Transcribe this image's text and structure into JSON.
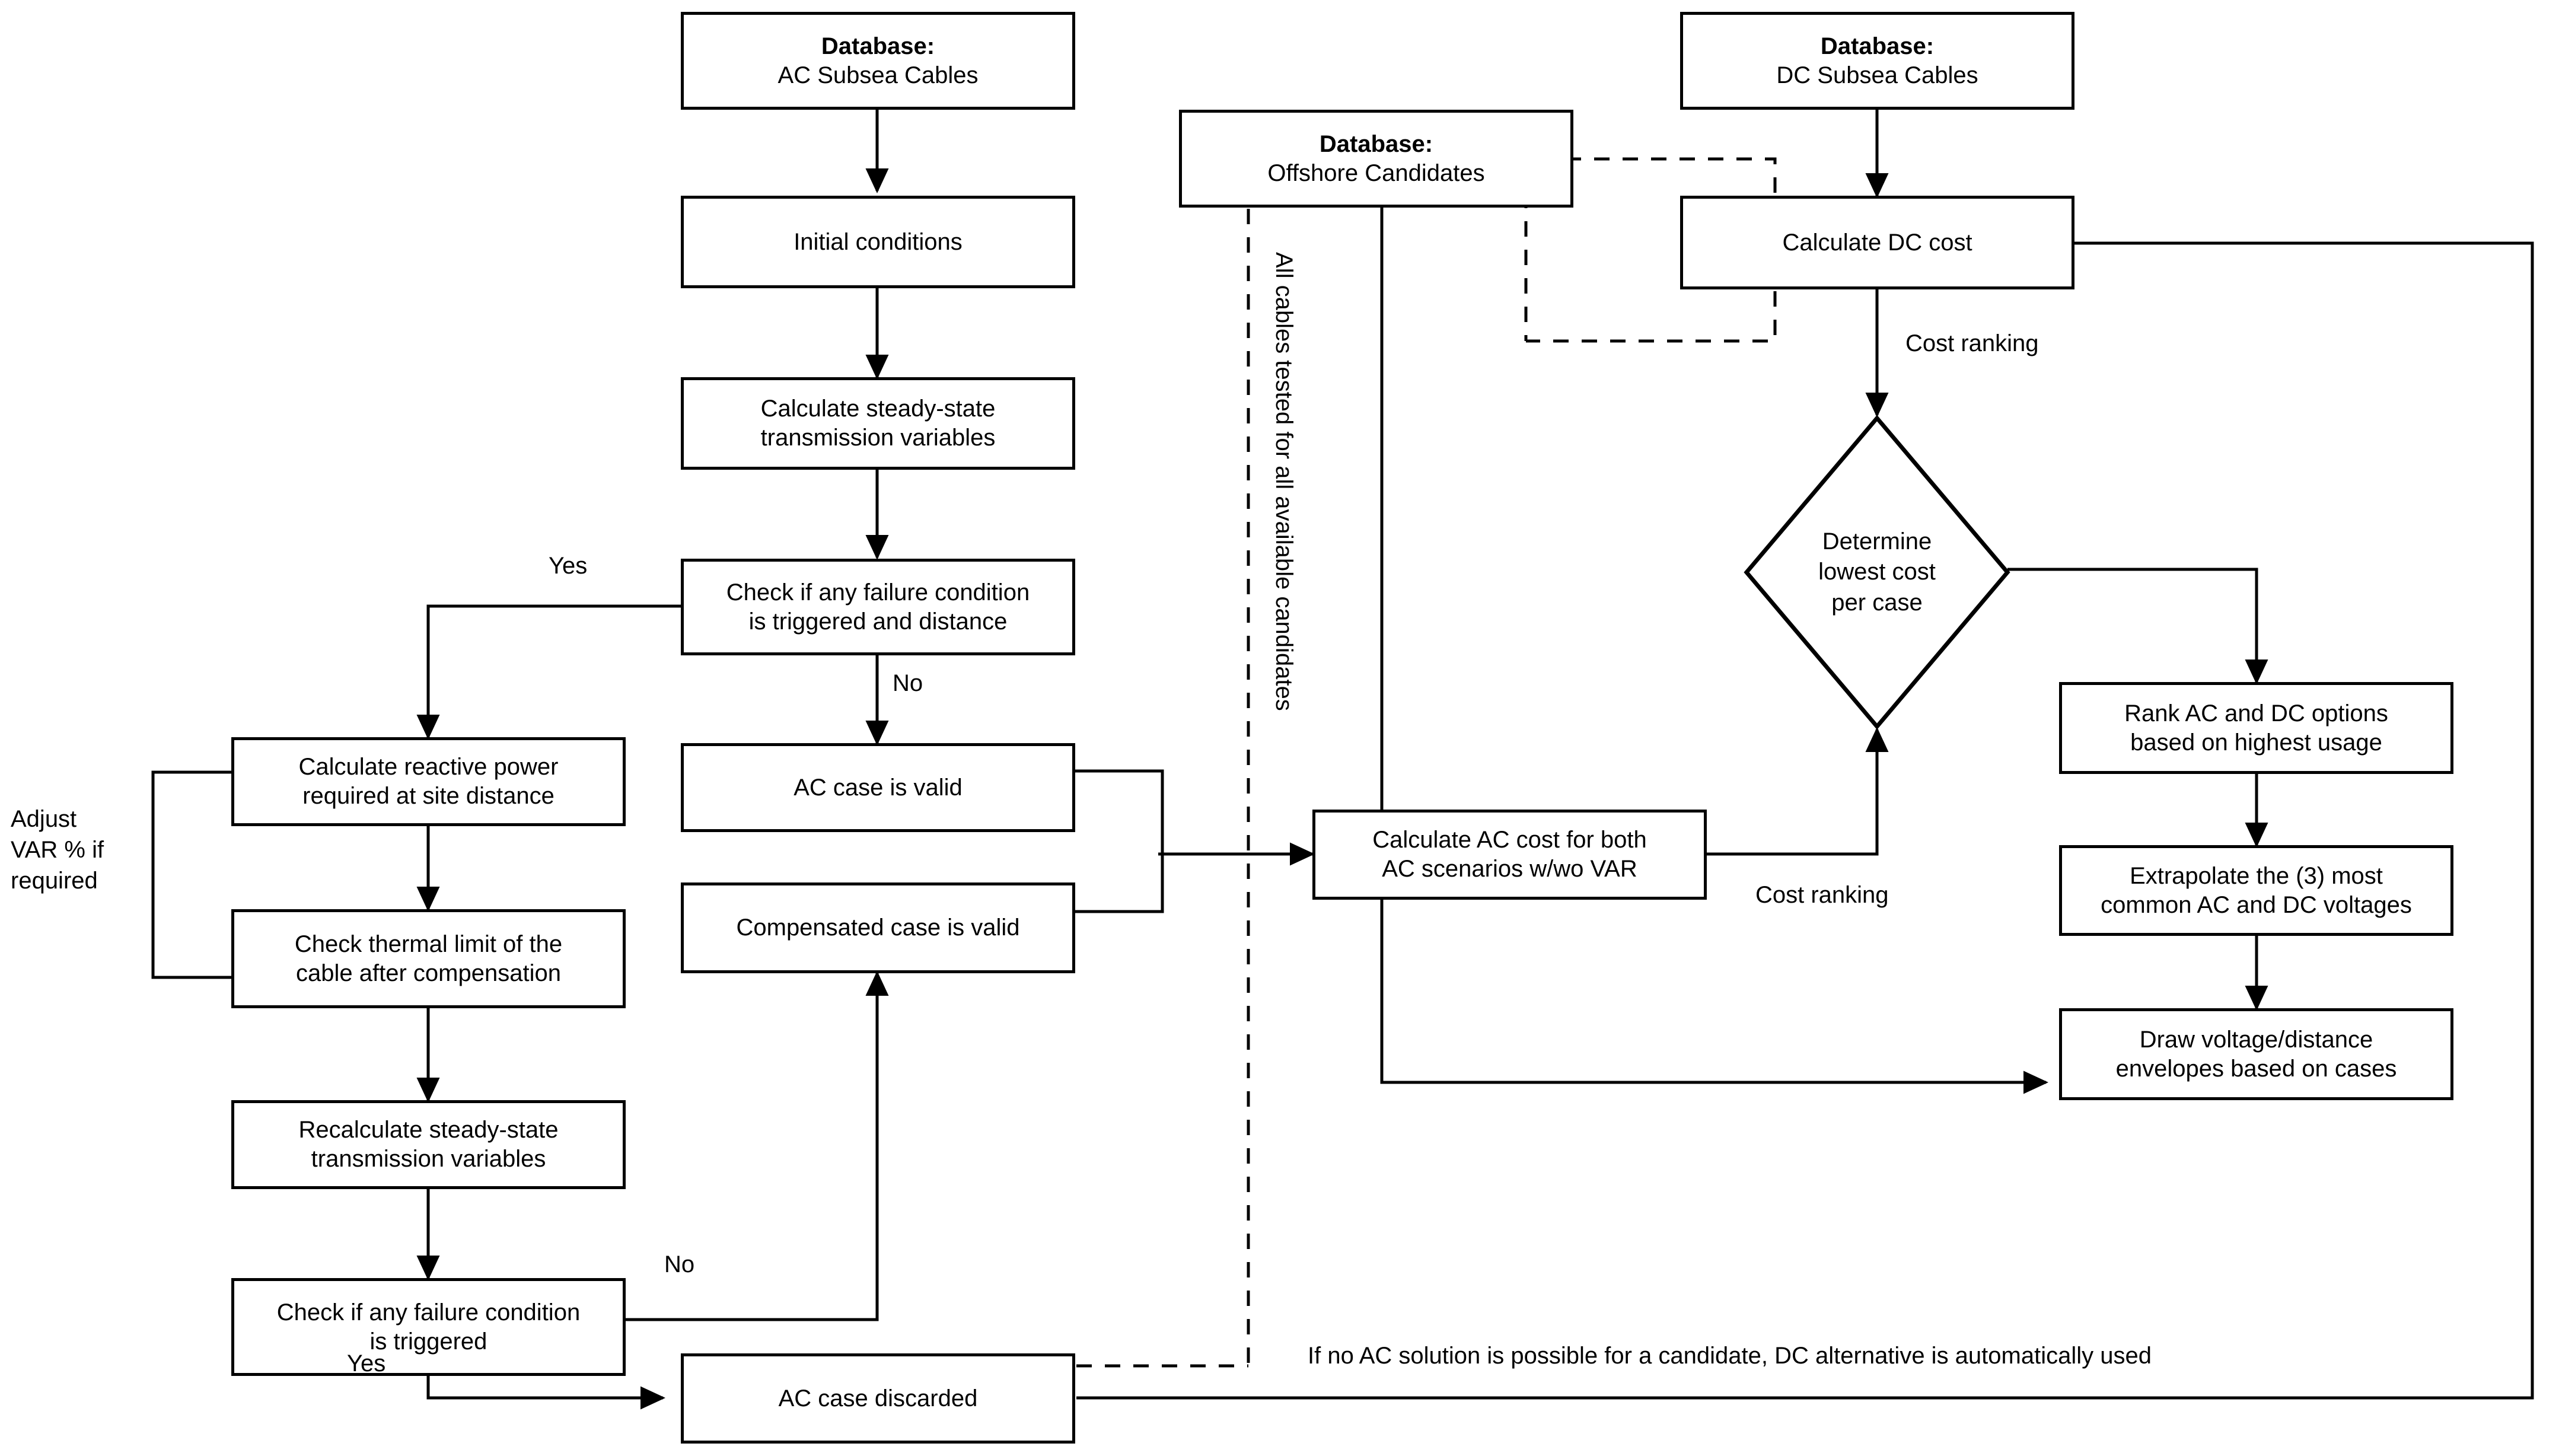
{
  "diagram": {
    "title": "Offshore AC/DC subsea cable selection flowchart",
    "stroke_color": "#000000",
    "background_color": "#ffffff",
    "nodes": {
      "db_ac": {
        "header": "Database:",
        "body": "AC Subsea Cables"
      },
      "db_offshore": {
        "header": "Database:",
        "body": "Offshore Candidates"
      },
      "db_dc": {
        "header": "Database:",
        "body": "DC Subsea Cables"
      },
      "initial_conditions": {
        "label": "Initial conditions"
      },
      "calc_steady_state": {
        "label": "Calculate steady-state\ntransmission variables"
      },
      "check_failure_distance": {
        "label": "Check if any failure condition\nis triggered and distance"
      },
      "ac_case_valid": {
        "label": "AC case is valid"
      },
      "compensated_case_valid": {
        "label": "Compensated case is valid"
      },
      "calc_reactive_power": {
        "label": "Calculate reactive power\nrequired at site distance"
      },
      "check_thermal_limit": {
        "label": "Check thermal limit of the\ncable after compensation"
      },
      "recalc_steady_state": {
        "label": "Recalculate steady-state\ntransmission variables"
      },
      "check_failure": {
        "label": "Check if any failure condition\nis triggered"
      },
      "ac_case_discarded": {
        "label": "AC case discarded"
      },
      "calc_ac_cost": {
        "label": "Calculate AC cost for both\nAC scenarios w/wo VAR"
      },
      "calc_dc_cost": {
        "label": "Calculate DC cost"
      },
      "determine_lowest_cost": {
        "label": "Determine\nlowest cost\nper case"
      },
      "rank_ac_dc": {
        "label": "Rank AC and DC options\nbased on highest usage"
      },
      "extrapolate_voltages": {
        "label": "Extrapolate the (3) most\ncommon AC and DC voltages"
      },
      "draw_envelopes": {
        "label": "Draw voltage/distance\nenvelopes based on cases"
      }
    },
    "edge_labels": {
      "yes_failure_distance": "Yes",
      "no_failure_distance": "No",
      "yes_failure": "Yes",
      "no_failure": "No",
      "adjust_var": "Adjust\nVAR % if\nrequired",
      "all_cables_tested": "All cables tested for all available candidates",
      "cost_ranking_dc": "Cost ranking",
      "cost_ranking_ac": "Cost ranking",
      "dc_alternative_note": "If no AC solution is possible for a candidate, DC alternative is automatically used"
    }
  }
}
